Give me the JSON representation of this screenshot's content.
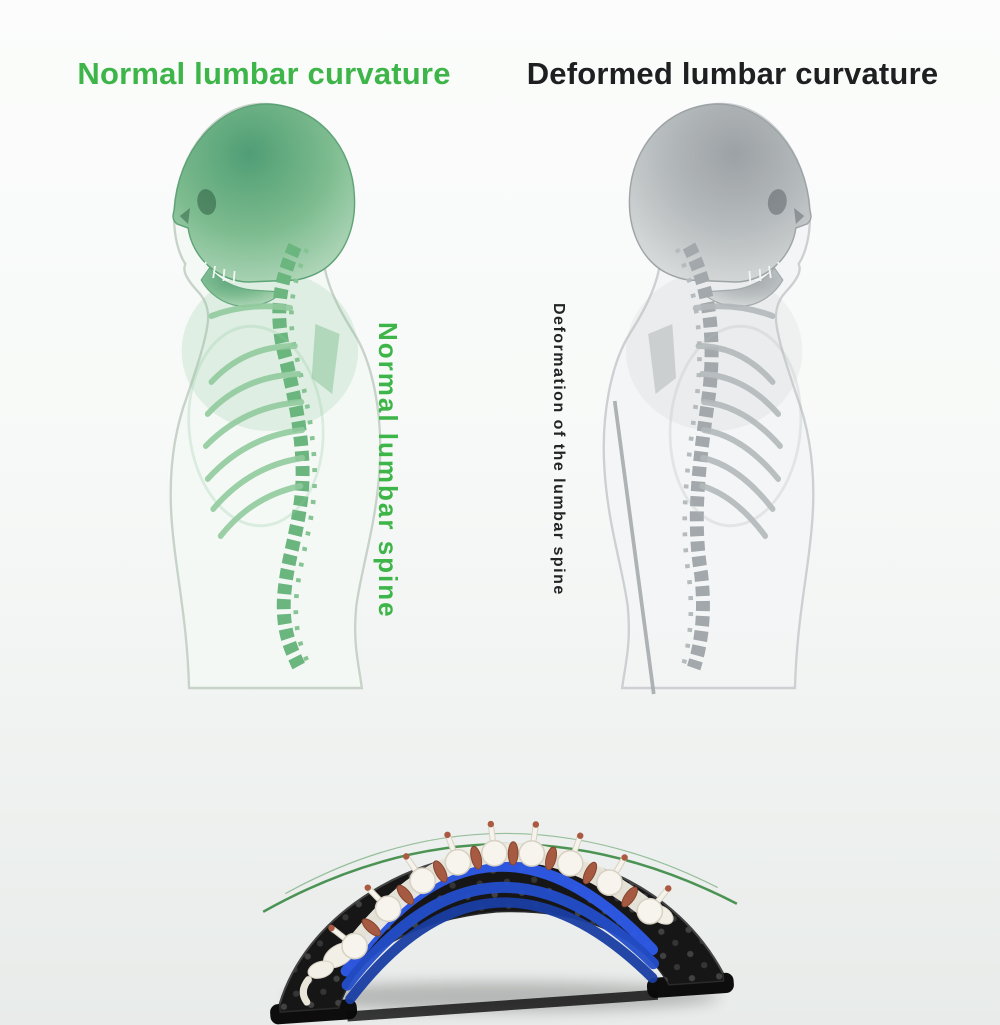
{
  "comparison": {
    "left": {
      "heading": "Normal lumbar curvature",
      "vertical_caption": "Normal lumbar spine",
      "accent_color": "#3db549",
      "figure": "profile-figure-with-normal-s-curved-green-spine"
    },
    "right": {
      "heading": "Deformed lumbar curvature",
      "vertical_caption": "Deformation of the lumbar spine",
      "accent_color": "#1f1f21",
      "figure": "profile-figure-with-flattened-gray-spine"
    }
  },
  "product": {
    "illustration": "back-stretcher-device-with-spine-model",
    "colors": {
      "base": "#161616",
      "straps": "#2e5ae8",
      "spine_model": "#f6f3ec",
      "discs": "#a65a41",
      "arc": "#2f8238"
    }
  }
}
